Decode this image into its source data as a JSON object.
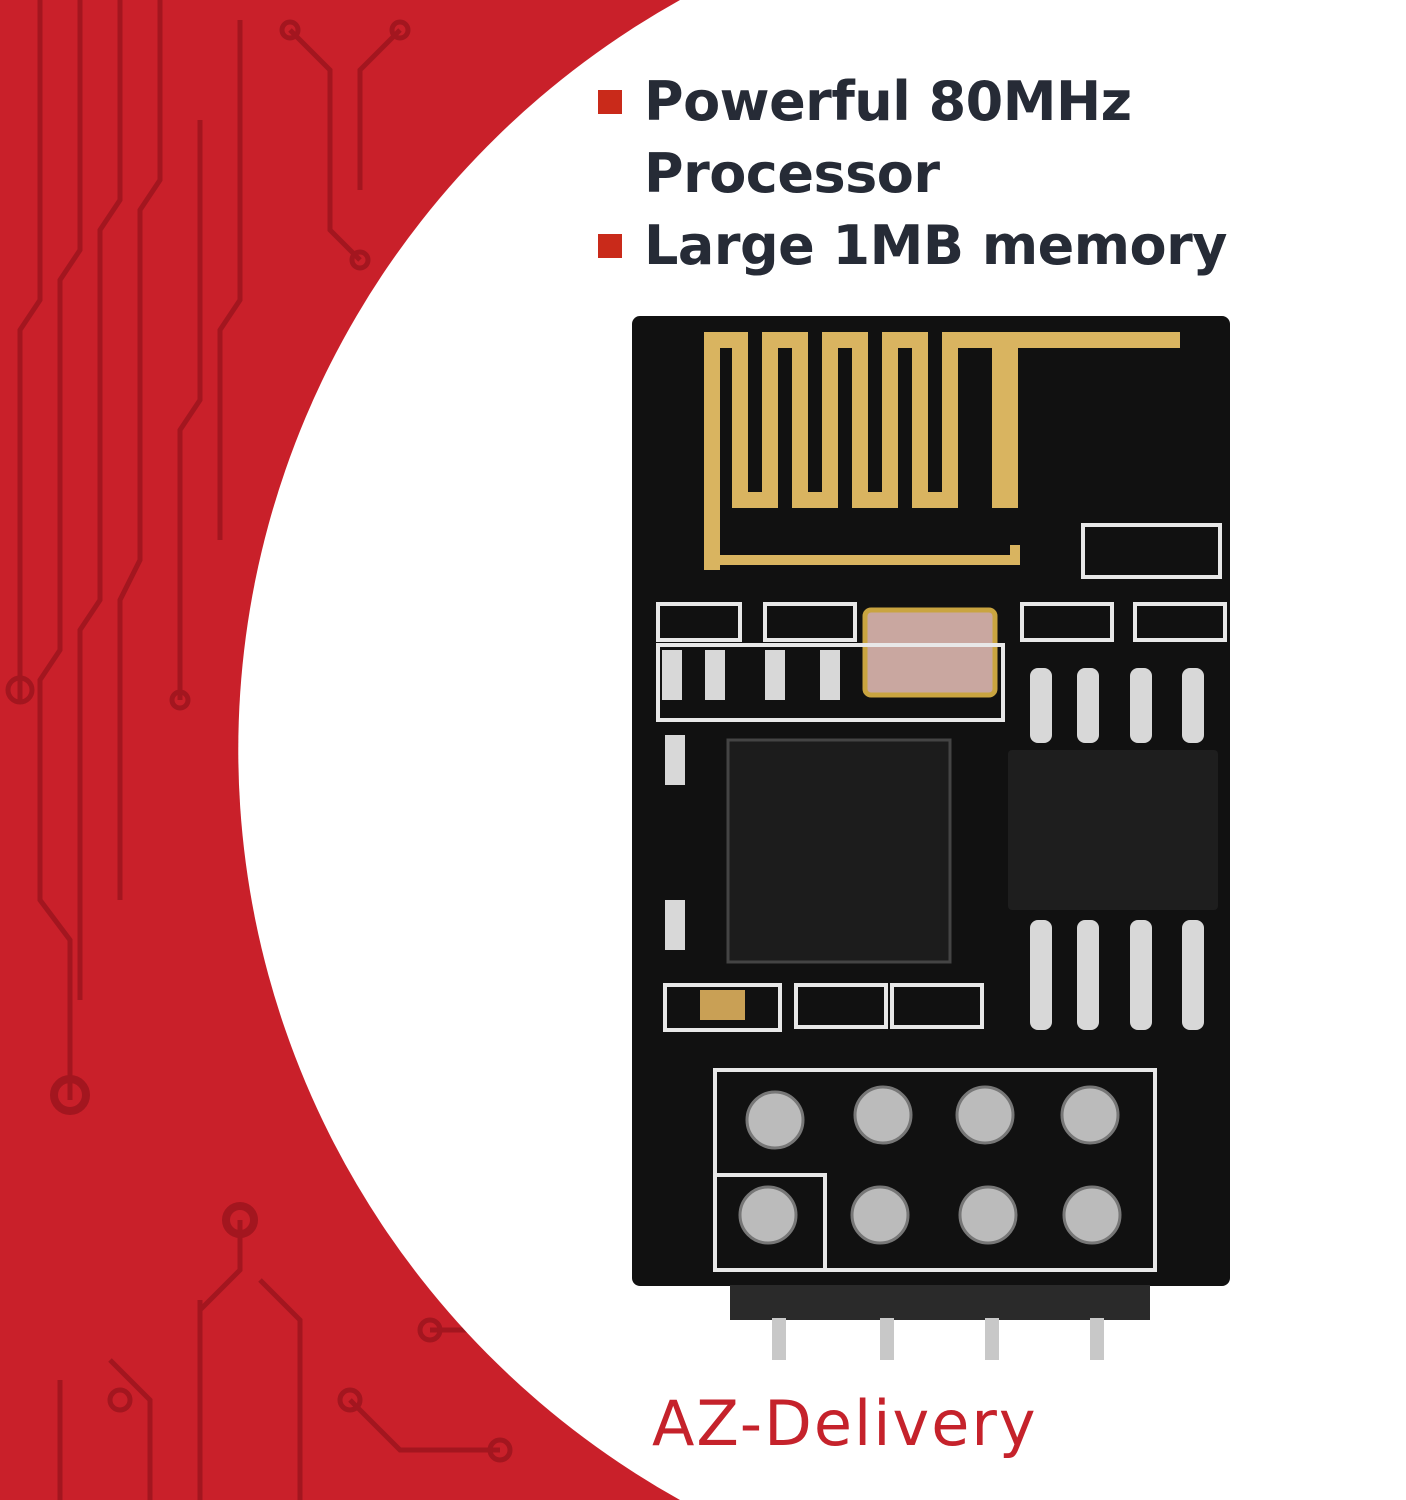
{
  "features": [
    {
      "label": "Powerful 80MHz Processor"
    },
    {
      "label": "Large 1MB memory"
    }
  ],
  "brand": {
    "logo_text": "AZ-Delivery"
  },
  "colors": {
    "background_red": "#c9202a",
    "bullet": "#c92a1a",
    "text": "#262b36",
    "pcb": "#111111",
    "antenna_gold": "#d9b460"
  }
}
